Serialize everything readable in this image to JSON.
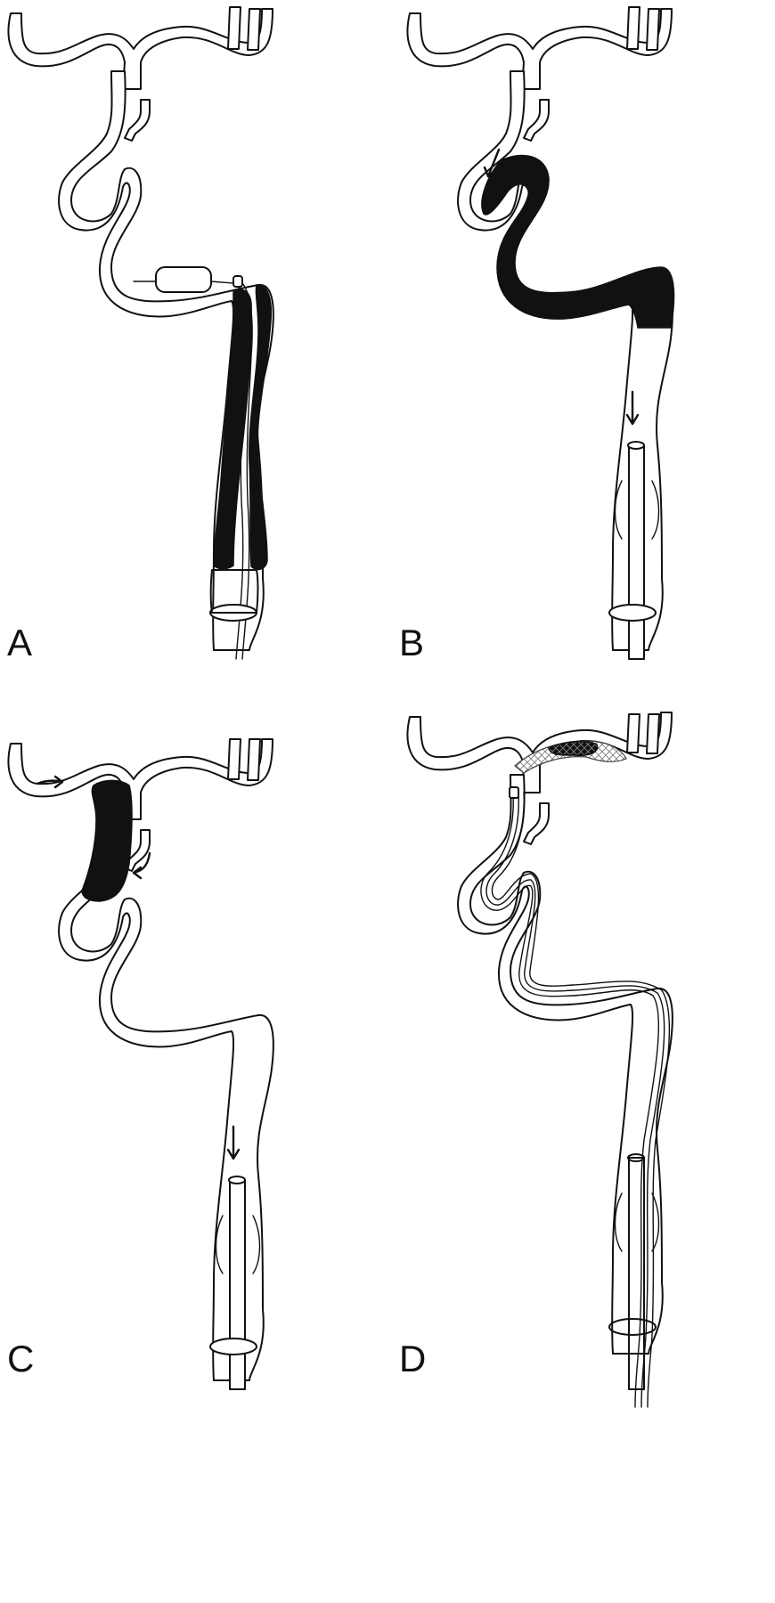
{
  "panels": [
    {
      "id": "A",
      "label": "A"
    },
    {
      "id": "B",
      "label": "B"
    },
    {
      "id": "C",
      "label": "C"
    },
    {
      "id": "D",
      "label": "D"
    }
  ],
  "colors": {
    "line": "#111111",
    "thrombus": "#111111",
    "background": "#ffffff"
  }
}
